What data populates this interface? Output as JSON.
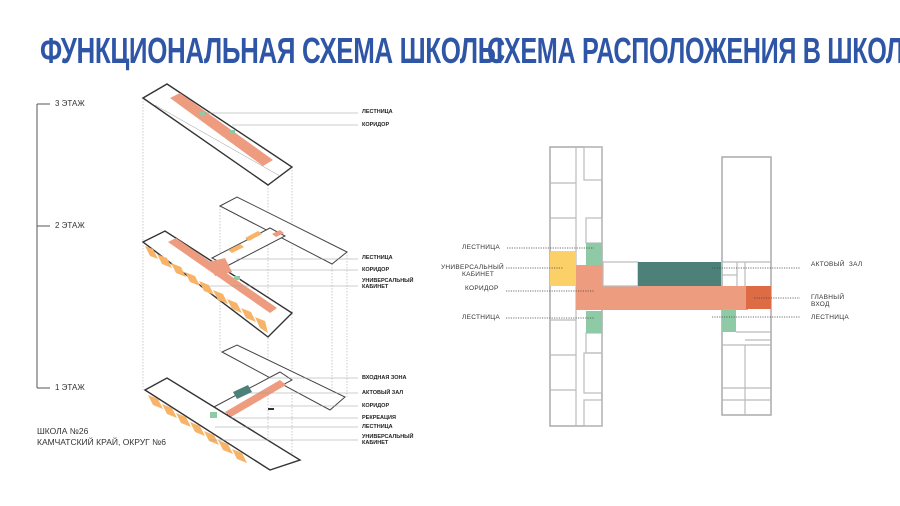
{
  "titles": {
    "left": "ФУНКЦИОНАЛЬНАЯ СХЕМА ШКОЛЫ",
    "right": "СХЕМА РАСПОЛОЖЕНИЯ В ШКОЛЕ"
  },
  "isometric": {
    "floors": [
      "3 ЭТАЖ",
      "2 ЭТАЖ",
      "1 ЭТАЖ"
    ],
    "school": [
      "ШКОЛА №26",
      "КАМЧАТСКИЙ КРАЙ, ОКРУГ №6"
    ],
    "floor3_labels": [
      "ЛЕСТНИЦА",
      "КОРИДОР"
    ],
    "floor2_labels": [
      "ЛЕСТНИЦА",
      "КОРИДОР",
      "УНИВЕРСАЛЬНЫЙ",
      "КАБИНЕТ"
    ],
    "floor1_labels": [
      "ВХОДНАЯ ЗОНА",
      "АКТОВЫЙ ЗАЛ",
      "КОРИДОР",
      "РЕКРЕАЦИЯ",
      "ЛЕСТНИЦА",
      "УНИВЕРСАЛЬНЫЙ",
      "КАБИНЕТ"
    ]
  },
  "plan": {
    "left_labels": {
      "stair_top": "ЛЕСТНИЦА",
      "universal_1": "УНИВЕРСАЛЬНЫЙ",
      "universal_2": "КАБИНЕТ",
      "corridor": "КОРИДОР",
      "stair_bottom": "ЛЕСТНИЦА"
    },
    "right_labels": {
      "hall": "АКТОВЫЙ  ЗАЛ",
      "entrance_1": "ГЛАВНЫЙ",
      "entrance_2": "ВХОД",
      "stair": "ЛЕСТНИЦА"
    }
  },
  "colors": {
    "title": "#2f56a6",
    "corridor": "#ee9c80",
    "stair": "#8fcaa6",
    "universal": "#fcd068",
    "hall": "#4d8079",
    "entrance": "#dd6c45",
    "classroom": "#f7b468"
  }
}
